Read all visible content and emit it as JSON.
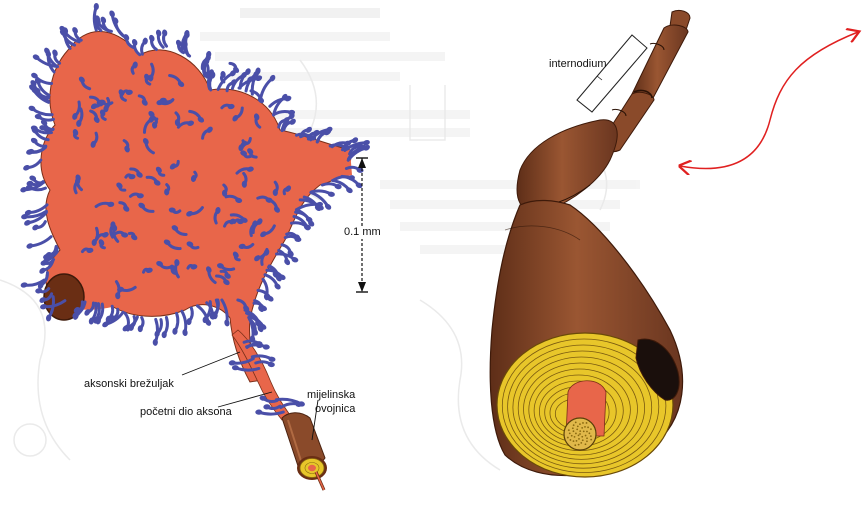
{
  "labels": {
    "scale": "0.1 mm",
    "axon_hillock": "aksonski brežuljak",
    "initial_segment": "početni dio aksona",
    "myelin_line1": "mijelinska",
    "myelin_line2": "ovojnica",
    "internode": "internodium"
  },
  "colors": {
    "neuron_body": "#e8664a",
    "dendrite_spines": "#4a4fa8",
    "axon_sheath": "#8a4a2a",
    "myelin_layers": "#e8c62a",
    "axon_core": "#e0b84a",
    "arrow": "#e02020",
    "faded_background_text": "#d9d9d9"
  },
  "icons": [
    "double-headed-curved-arrow"
  ]
}
